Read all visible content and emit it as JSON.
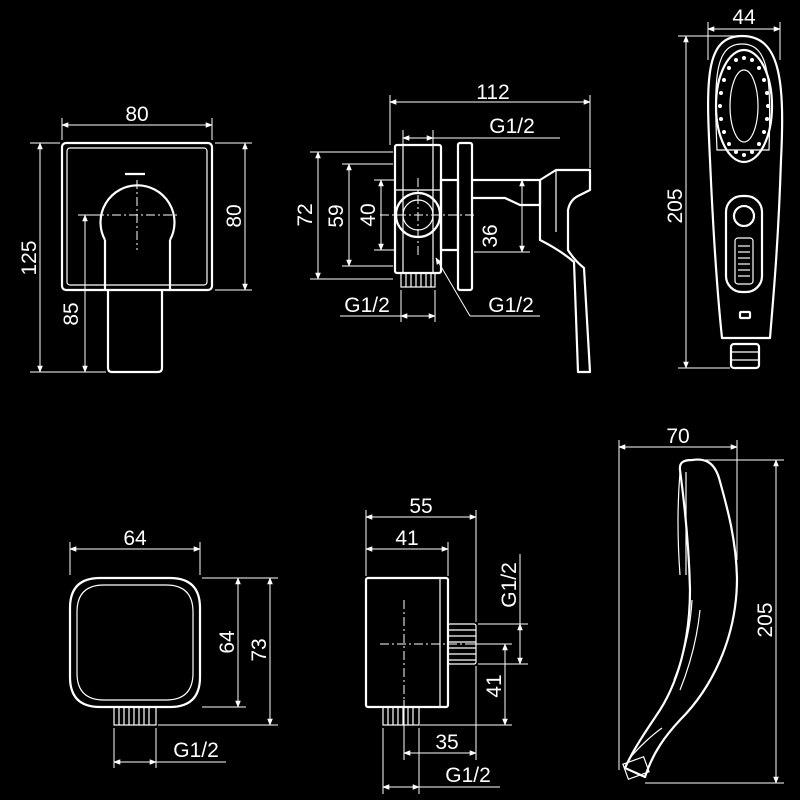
{
  "dimensions": {
    "mixer_front": {
      "width": "80",
      "height": "80",
      "total": "125",
      "lever": "85"
    },
    "mixer_side": {
      "depth": "112",
      "top_thread": "G1/2",
      "h72": "72",
      "h59": "59",
      "h40": "40",
      "h36": "36",
      "bottom_thread_left": "G1/2",
      "bottom_thread_right": "G1/2"
    },
    "hand_shower_front": {
      "width": "44",
      "length": "205"
    },
    "outlet_front": {
      "width": "64",
      "height": "64",
      "total": "73",
      "thread": "G1/2"
    },
    "outlet_side": {
      "depth": "55",
      "body": "41",
      "side_thread": "G1/2",
      "v41": "41",
      "h35": "35",
      "bottom_thread": "G1/2"
    },
    "hand_shower_side": {
      "width": "70",
      "length": "205"
    }
  }
}
